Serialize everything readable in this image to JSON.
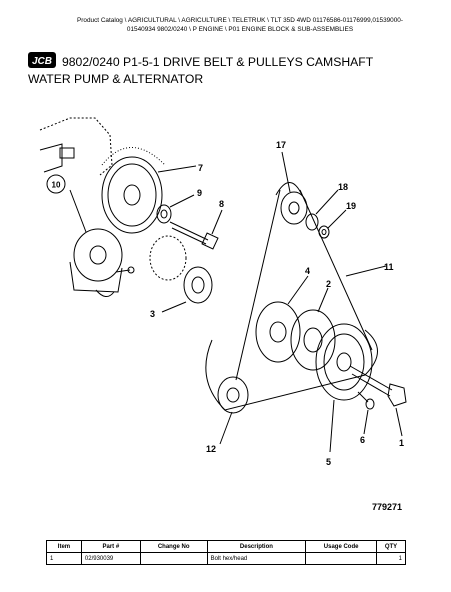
{
  "breadcrumb": {
    "line1": "Product Catalog \\ AGRICULTURAL \\ AGRICULTURE \\ TELETRUK \\ TLT 35D 4WD 01176586-01176999,01539000-",
    "line2": "01540934 9802/0240 \\ P ENGINE \\ P01 ENGINE BLOCK & SUB-ASSEMBLIES"
  },
  "logo": {
    "text": "JCB",
    "color": "#000000"
  },
  "title": {
    "line1": "9802/0240 P1-5-1 DRIVE BELT & PULLEYS CAMSHAFT",
    "line2": "WATER PUMP & ALTERNATOR"
  },
  "callouts": {
    "c1": "1",
    "c2": "2",
    "c3": "3",
    "c4": "4",
    "c5": "5",
    "c6": "6",
    "c7": "7",
    "c8": "8",
    "c9": "9",
    "c10": "10",
    "c11": "11",
    "c12": "12",
    "c17": "17",
    "c18": "18",
    "c19": "19"
  },
  "figure_ref": "779271",
  "table": {
    "headers": {
      "item": "Item",
      "part": "Part #",
      "change": "Change No",
      "description": "Description",
      "usage": "Usage Code",
      "qty": "QTY"
    },
    "rows": [
      {
        "item": "1",
        "part": "02/930039",
        "change": "",
        "description": "Bolt hex/head",
        "usage": "",
        "qty": "1"
      }
    ]
  }
}
